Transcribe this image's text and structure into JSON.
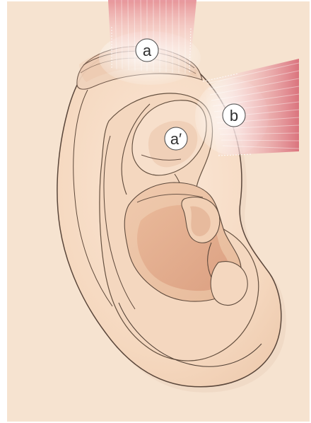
{
  "figure": {
    "labels": {
      "a": "a",
      "a_prime": "a′",
      "b": "b"
    },
    "colors": {
      "background": "#f6e3d0",
      "skin_light": "#f8dcc4",
      "skin_shadow": "#e3b999",
      "outline": "#5a463a",
      "beam_red": "#d9707a",
      "beam_white": "#ffffff"
    }
  }
}
